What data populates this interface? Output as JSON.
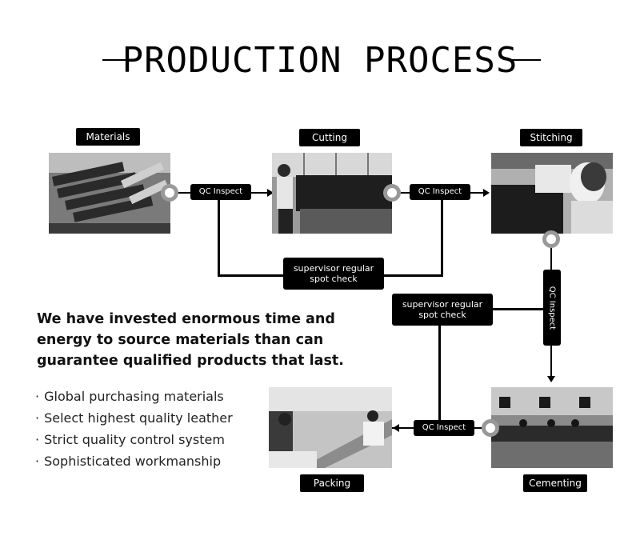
{
  "title": "PRODUCTION PROCESS",
  "steps": {
    "materials": "Materials",
    "cutting": "Cutting",
    "stitching": "Stitching",
    "cementing": "Cementing",
    "packing": "Packing"
  },
  "qc_inspect": "QC Inspect",
  "spot_check": "supervisor regular spot check",
  "headline": "We have invested enormous time and energy to source materials than can guarantee qualified products that last.",
  "bullets": [
    "Global purchasing materials",
    "Select highest quality leather",
    "Strict quality control system",
    "Sophisticated workmanship"
  ]
}
